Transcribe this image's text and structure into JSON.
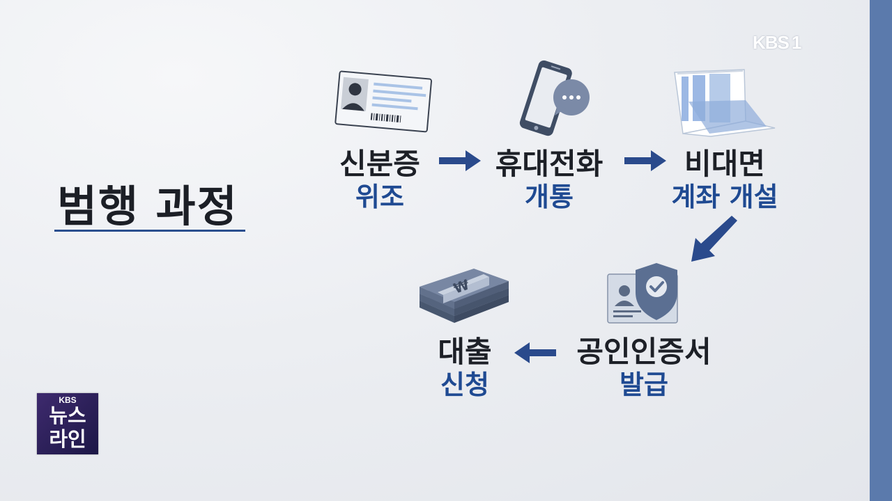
{
  "broadcaster_logo": {
    "text": "KBS",
    "channel": "1"
  },
  "title": "범행 과정",
  "steps": [
    {
      "line1": "신분증",
      "line2": "위조",
      "icon": "id-card-icon"
    },
    {
      "line1": "휴대전화",
      "line2": "개통",
      "icon": "smartphone-message-icon"
    },
    {
      "line1": "비대면",
      "line2": "계좌 개설",
      "icon": "bankbook-icon"
    },
    {
      "line1": "공인인증서",
      "line2": "발급",
      "icon": "certificate-shield-icon"
    },
    {
      "line1": "대출",
      "line2": "신청",
      "icon": "money-bundle-icon"
    }
  ],
  "program_logo": {
    "brand": "KBS",
    "line1": "뉴스",
    "line2": "라인"
  },
  "colors": {
    "accent_blue": "#1f4a92",
    "arrow_blue": "#2a4a8c",
    "side_band": "#5b7aac",
    "title_text": "#1c1f26"
  }
}
